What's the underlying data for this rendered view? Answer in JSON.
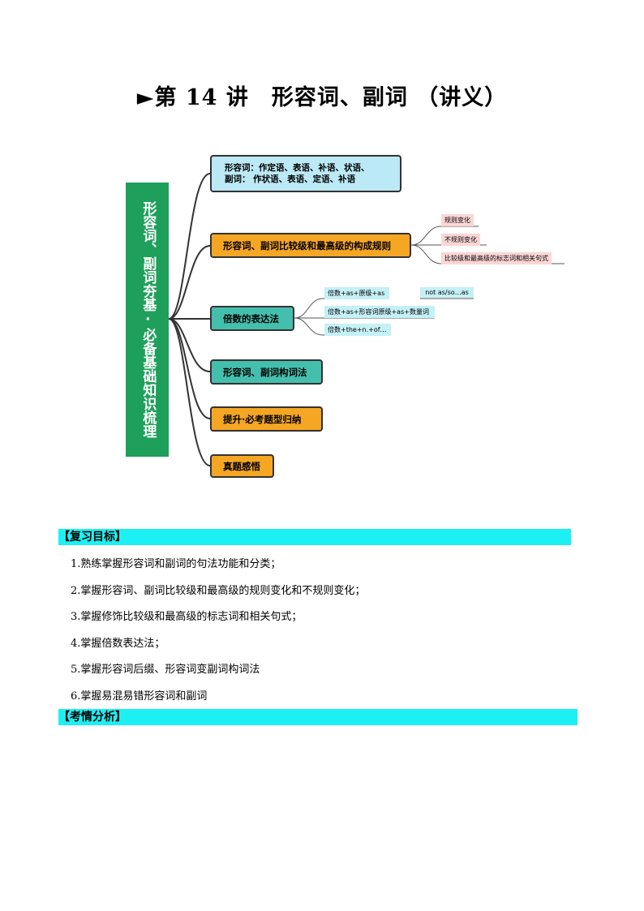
{
  "title": "►第 14 讲　形容词、副词 （讲义）",
  "mindmap": {
    "root": "形容词、副词夯基·必备基础知识梳理",
    "branches": [
      {
        "line1": "形容词：作定语、表语、补语、状语、",
        "line2": "副词：  作状语、表语、定语、补语"
      },
      {
        "label": "形容词、副词比较级和最高级的构成规则",
        "children": [
          "规则变化",
          "不规则变化",
          "比较级和最高级的标志词和相关句式"
        ]
      },
      {
        "label": "倍数的表达法",
        "children": [
          "倍数+as+原级+as",
          "not as/so…as",
          "倍数+as+形容词原级+as+数量词",
          "倍数+the+n.+of…"
        ]
      },
      {
        "label": "形容词、副词构词法"
      },
      {
        "label": "提升·必考题型归纳"
      },
      {
        "label": "真题感悟"
      }
    ]
  },
  "sections": {
    "review_heading": "【复习目标】",
    "goals": [
      "1.熟练掌握形容词和副词的句法功能和分类；",
      "2.掌握形容词、副词比较级和最高级的规则变化和不规则变化；",
      "3.掌握修饰比较级和最高级的标志词和相关句式；",
      "4.掌握倍数表达法；",
      "5.掌握形容词后缀、形容词变副词构词法",
      "6.掌握易混易错形容词和副词"
    ],
    "analysis_heading": "【考情分析】"
  },
  "colors": {
    "root": "#1ea05a",
    "section_bar": "#1cf0f3",
    "orange_node": "#f5a623",
    "teal_node": "#45bfad",
    "blue_node": "#bce9f6"
  }
}
